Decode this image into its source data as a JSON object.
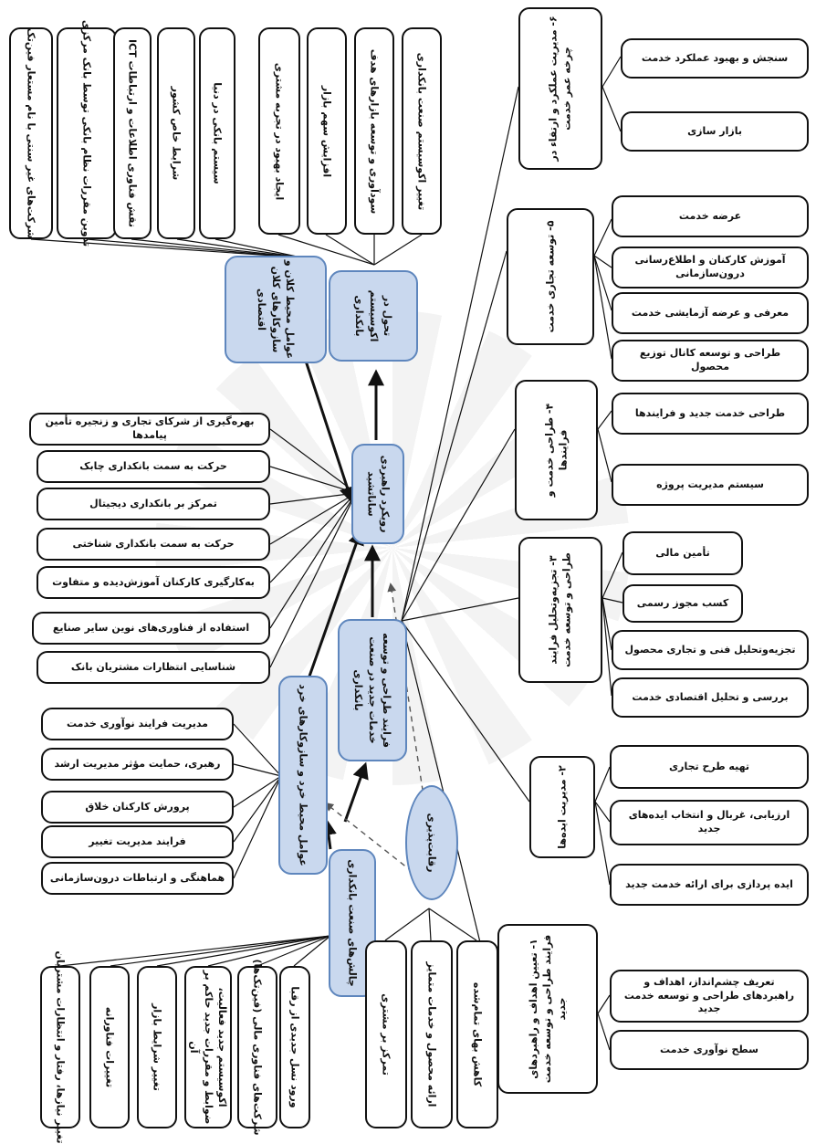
{
  "central": {
    "bank_process": "فرایند طراحی و توسعه خدمات جدید در صنعت بانکداری",
    "approach": "رویکرد راهبردی ساناتشید",
    "ecosystem": "تحول در اکوسیستم بانکداری",
    "macro": "عوامل محیط کلان و سازوکارهای کلان اقتصادی",
    "micro": "عوامل محیط خرد و سازوکارهای خرد",
    "challenges": "چالش‌های صنعت بانکداری",
    "competition": "رقابت‌پذیری"
  },
  "macro_items": [
    "شرکت‌های غیر سنتی با نام مستعار فین‌تک",
    "تدوین مقررات نظام بانکی توسط بانک مرکزی",
    "نقش فناوری اطلاعات و ارتباطات ICT",
    "شرایط خاص کشور",
    "سیستم بانکی در دنیا"
  ],
  "ecosystem_items": [
    "ایجاد بهبود در تجربه مشتری",
    "افزایش سهم بازار",
    "سودآوری و توسعه بازارهای هدف",
    "تغییر اکوسیستم صنعت بانکداری"
  ],
  "approach_items": [
    "بهره‌گیری از شرکای تجاری و زنجیره تأمین پیامدها",
    "حرکت به سمت بانکداری چابک",
    "تمرکز بر بانکداری دیجیتال",
    "حرکت به سمت بانکداری شناختی",
    "به‌کارگیری کارکنان آموزش‌دیده و متفاوت",
    "استفاده از فناوری‌های نوین سایر صنایع",
    "شناسایی انتظارات مشتریان بانک"
  ],
  "micro_items": [
    "مدیریت فرایند نوآوری خدمت",
    "رهبری، حمایت مؤثر مدیریت ارشد",
    "پرورش کارکنان خلاق",
    "فرایند مدیریت تغییر",
    "هماهنگی و ارتباطات درون‌سازمانی"
  ],
  "challenge_items": [
    "تغییر نیازها، رفتار و انتظارات مشتریان",
    "تغییرات فناورانه",
    "تغییر شرایط بازار",
    "اکوسیستم جدید فعالیت، ضوابط و مقررات جدید حاکم بر آن",
    "شرکت‌های فناوری مالی (فین‌تک‌ها)",
    "ورود نسل جدیدی از رقبا"
  ],
  "competition_items": [
    "تمرکز بر مشتری",
    "ارائه محصول و خدمات متمایز",
    "کاهش بهای تمام‌شده"
  ],
  "stages": [
    {
      "title": "۶- مدیریت عملکرد و ارتقاء در چرخه عمر خدمت",
      "items": [
        "سنجش و بهبود عملکرد خدمت",
        "بازار سازی"
      ]
    },
    {
      "title": "۵- توسعه تجاری خدمت",
      "items": [
        "عرضه خدمت",
        "آموزش کارکنان و اطلاع‌رسانی درون‌سازمانی",
        "معرفی و عرضه آزمایشی خدمت",
        "طراحی و توسعه کانال توزیع محصول"
      ]
    },
    {
      "title": "۴- طراحی خدمت و فرایندها",
      "items": [
        "طراحی خدمت جدید و فرایندها",
        "سیستم مدیریت پروژه"
      ]
    },
    {
      "title": "۳- تجزیه‌وتحلیل فرایند طراحی و توسعه خدمت",
      "items": [
        "تأمین مالی",
        "کسب مجوز رسمی",
        "تجزیه‌وتحلیل فنی و تجاری محصول",
        "بررسی و تحلیل اقتصادی خدمت"
      ]
    },
    {
      "title": "۲- مدیریت ایده‌ها",
      "items": [
        "تهیه طرح تجاری",
        "ارزیابی، غربال و انتخاب ایده‌های جدید",
        "ایده پردازی برای ارائه خدمت جدید"
      ]
    },
    {
      "title": "۱- تعیین اهداف و راهبردهای فرایند طراحی و توسعه خدمت جدید",
      "items": [
        "تعریف چشم‌انداز، اهداف و راهبردهای طراحی و توسعه خدمت جدید",
        "سطح نوآوری خدمت"
      ]
    }
  ],
  "colors": {
    "core_fill": "#c9d8ee",
    "core_border": "#5e86bd",
    "line": "#111111"
  }
}
